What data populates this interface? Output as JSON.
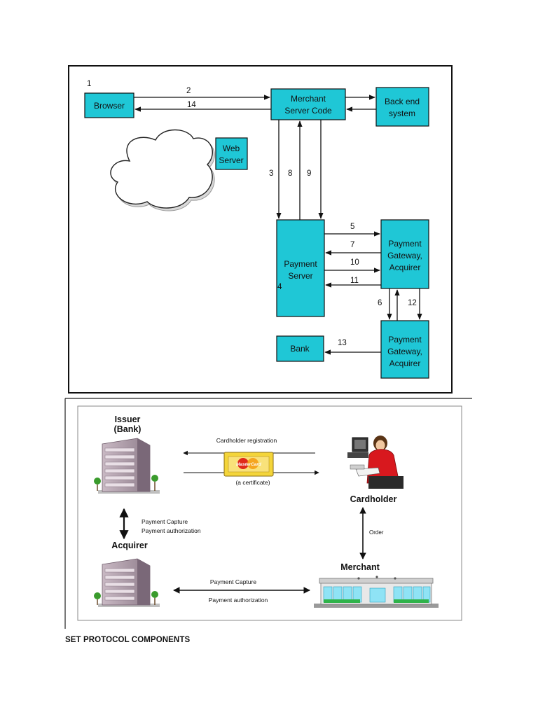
{
  "diagram1": {
    "labels": {
      "step_1": "1",
      "step_2": "2",
      "step_3": "3",
      "step_4": "4",
      "step_5": "5",
      "step_6": "6",
      "step_7": "7",
      "step_8": "8",
      "step_9": "9",
      "step_10": "10",
      "step_11": "11",
      "step_12": "12",
      "step_13": "13",
      "step_14": "14"
    },
    "boxes": {
      "browser": [
        "Browser"
      ],
      "merchant_server": [
        "Merchant",
        "Server Code"
      ],
      "backend": [
        "Back end",
        "system"
      ],
      "web_server": [
        "Web",
        "Server"
      ],
      "payment_server": [
        "Payment",
        "Server"
      ],
      "gateway_1": [
        "Payment",
        "Gateway,",
        "Acquirer"
      ],
      "gateway_2": [
        "Payment",
        "Gateway,",
        "Acquirer"
      ],
      "bank": [
        "Bank"
      ]
    },
    "colors": {
      "box_fill": "#1fc7d6",
      "line": "#111111"
    }
  },
  "diagram2": {
    "issuer": [
      "Issuer",
      "(Bank)"
    ],
    "acquirer": "Acquirer",
    "cardholder": "Cardholder",
    "merchant": "Merchant",
    "cardholder_registration": "Cardholder registration",
    "certificate": "(a certificate)",
    "card_brand": "MasterCard",
    "issuer_acquirer_labels": [
      "Payment Capture",
      "Payment authorization"
    ],
    "order": "Order",
    "acquirer_merchant_capture": "Payment Capture",
    "acquirer_merchant_authorization": "Payment authorization"
  },
  "caption": "SET PROTOCOL COMPONENTS"
}
